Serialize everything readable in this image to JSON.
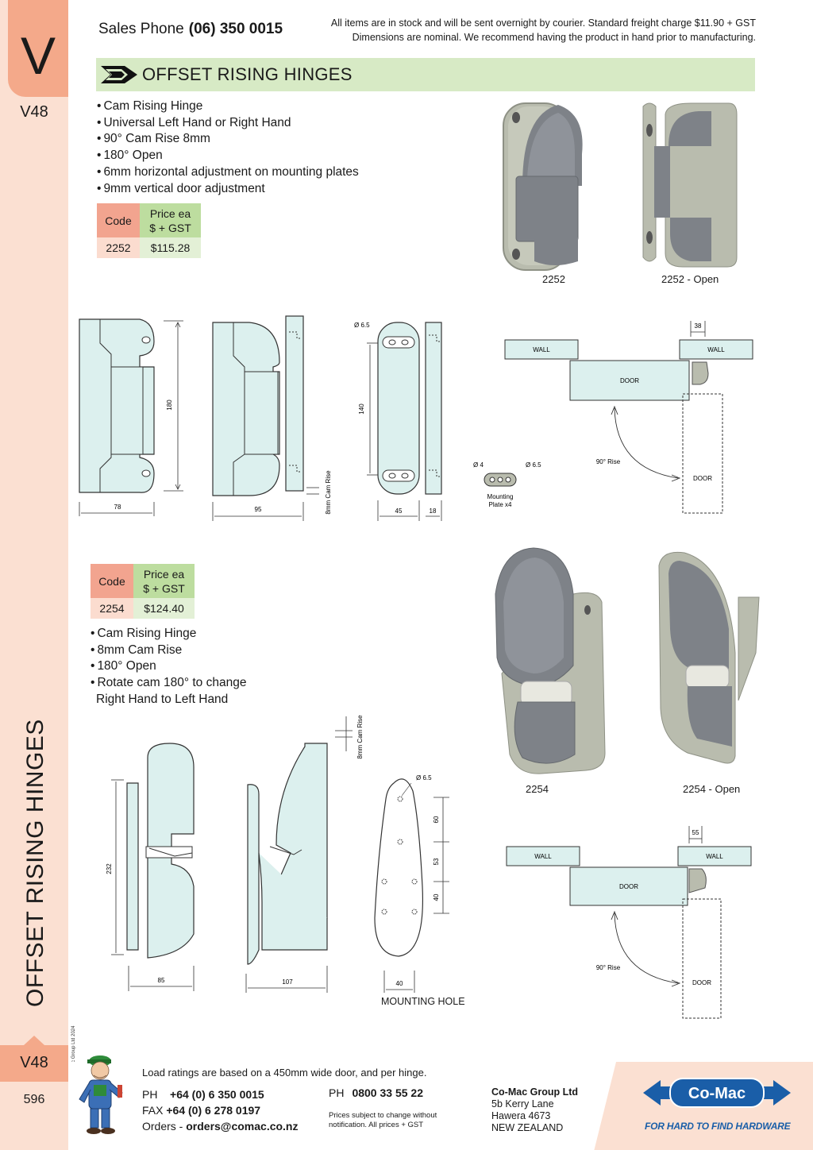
{
  "sidebar": {
    "section_letter": "V",
    "page_ref_top": "V48",
    "vertical_title": "OFFSET RISING HINGES",
    "page_ref_bottom": "V48",
    "page_number": "596",
    "copyright": "© Co-Mac Group Ltd 2024"
  },
  "header": {
    "sales_label": "Sales Phone",
    "sales_phone": "(06) 350 0015",
    "notice_line1": "All items are in stock and will be sent overnight by courier. Standard freight charge $11.90 + GST",
    "notice_line2": "Dimensions are nominal. We recommend having the product in hand prior to manufacturing.",
    "section_title": "OFFSET RISING HINGES"
  },
  "product1": {
    "bullets": [
      "Cam Rising Hinge",
      "Universal Left Hand or Right Hand",
      "90° Cam Rise 8mm",
      "180° Open",
      "6mm horizontal adjustment on mounting plates",
      "9mm vertical door adjustment"
    ],
    "table": {
      "code_header": "Code",
      "price_header_1": "Price ea",
      "price_header_2": "$ + GST",
      "code": "2252",
      "price": "$115.28"
    },
    "photo_captions": [
      "2252",
      "2252 - Open"
    ],
    "dims": {
      "width1": "78",
      "height1": "180",
      "width2": "95",
      "cam_rise": "8mm Cam Rise",
      "hole": "Ø 6.5",
      "spacing": "140",
      "width3": "45",
      "thick": "18",
      "plate_hole_small": "Ø 4",
      "plate_hole_large": "Ø 6.5",
      "plate_label_1": "Mounting",
      "plate_label_2": "Plate x4",
      "offset": "38",
      "wall": "WALL",
      "door": "DOOR",
      "rise": "90° Rise"
    }
  },
  "product2": {
    "table": {
      "code_header": "Code",
      "price_header_1": "Price ea",
      "price_header_2": "$ + GST",
      "code": "2254",
      "price": "$124.40"
    },
    "bullets": [
      "Cam Rising Hinge",
      "8mm Cam Rise",
      "180° Open",
      "Rotate cam 180° to change",
      "Right Hand to Left Hand"
    ],
    "photo_captions": [
      "2254",
      "2254 - Open"
    ],
    "dims": {
      "height": "232",
      "width1": "85",
      "width2": "107",
      "cam_rise": "8mm Cam Rise",
      "hole": "Ø 6.5",
      "d60": "60",
      "d53": "53",
      "d40": "40",
      "hole_width": "40",
      "mounting_hole": "MOUNTING HOLE",
      "offset": "55",
      "wall": "WALL",
      "door": "DOOR",
      "rise": "90° Rise"
    }
  },
  "footer": {
    "load_note": "Load ratings are based on a 450mm wide door, and per hinge.",
    "ph_label": "PH",
    "ph": "+64 (0) 6 350 0015",
    "fax_label": "FAX",
    "fax": "+64 (0) 6 278 0197",
    "orders_label": "Orders -",
    "orders": "orders@comac.co.nz",
    "ph2_label": "PH",
    "ph2": "0800 33 55 22",
    "prices_note_1": "Prices subject to change without",
    "prices_note_2": "notification. All prices + GST",
    "company": "Co-Mac Group Ltd",
    "addr1": "5b Kerry Lane",
    "addr2": "Hawera 4673",
    "addr3": "NEW ZEALAND",
    "logo_text": "Co-Mac",
    "tagline": "FOR HARD TO FIND HARDWARE"
  },
  "colors": {
    "sidebar": "#fbe0d2",
    "tab": "#f4a98a",
    "title_bar": "#d7eac5",
    "drawing_fill": "#dcf0ee",
    "hinge_dark": "#7e8288",
    "hinge_light": "#b9bcae",
    "logo_blue": "#1a5ea8"
  }
}
